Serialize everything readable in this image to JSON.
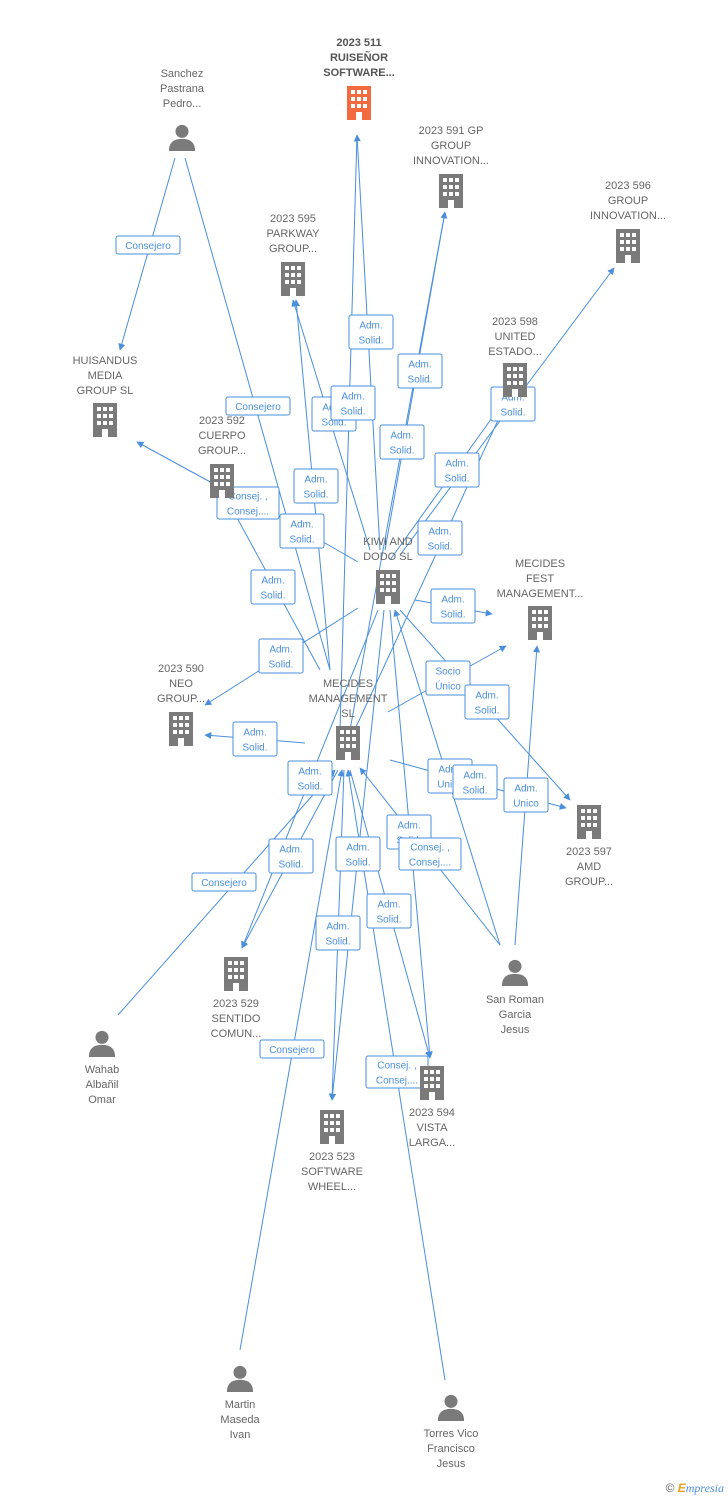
{
  "colors": {
    "edge": "#4a8fdc",
    "node": "#7a7a7a",
    "highlight": "#f26a3d"
  },
  "nodes": [
    {
      "id": "n511",
      "type": "company",
      "highlight": true,
      "label": [
        "2023 511",
        "RUISEÑOR",
        "SOFTWARE..."
      ]
    },
    {
      "id": "sanchez",
      "type": "person",
      "label": [
        "Sanchez",
        "Pastrana",
        "Pedro..."
      ]
    },
    {
      "id": "n591",
      "type": "company",
      "label": [
        "2023 591 GP",
        "GROUP",
        "INNOVATION..."
      ]
    },
    {
      "id": "n596",
      "type": "company",
      "label": [
        "2023 596",
        "GROUP",
        "INNOVATION..."
      ]
    },
    {
      "id": "n595",
      "type": "company",
      "label": [
        "2023 595",
        "PARKWAY",
        "GROUP..."
      ]
    },
    {
      "id": "n598",
      "type": "company",
      "label": [
        "2023 598",
        "UNITED",
        "ESTADO..."
      ]
    },
    {
      "id": "huisandus",
      "type": "company",
      "label": [
        "HUISANDUS",
        "MEDIA",
        "GROUP  SL"
      ]
    },
    {
      "id": "n592",
      "type": "company",
      "label": [
        "2023 592",
        "CUERPO",
        "GROUP..."
      ]
    },
    {
      "id": "kiwi",
      "type": "company",
      "label": [
        "KIWI AND",
        "DODO  SL"
      ]
    },
    {
      "id": "mecfest",
      "type": "company",
      "label": [
        "MECIDES",
        "FEST",
        "MANAGEMENT..."
      ]
    },
    {
      "id": "n590",
      "type": "company",
      "label": [
        "2023 590",
        "NEO",
        "GROUP..."
      ]
    },
    {
      "id": "mecman",
      "type": "company",
      "label": [
        "MECIDES",
        "MANAGEMENT",
        "SL"
      ]
    },
    {
      "id": "n597",
      "type": "company",
      "label": [
        "2023 597",
        "AMD",
        "GROUP..."
      ]
    },
    {
      "id": "n529",
      "type": "company",
      "label": [
        "2023 529",
        "SENTIDO",
        "COMUN..."
      ]
    },
    {
      "id": "sanroman",
      "type": "person",
      "label": [
        "San Roman",
        "Garcia",
        "Jesus"
      ]
    },
    {
      "id": "wahab",
      "type": "person",
      "label": [
        "Wahab",
        "Albañil",
        "Omar"
      ]
    },
    {
      "id": "n594",
      "type": "company",
      "label": [
        "2023 594",
        "VISTA",
        "LARGA..."
      ]
    },
    {
      "id": "n523",
      "type": "company",
      "label": [
        "2023 523",
        "SOFTWARE",
        "WHEEL..."
      ]
    },
    {
      "id": "martin",
      "type": "person",
      "label": [
        "Martin",
        "Maseda",
        "Ivan"
      ]
    },
    {
      "id": "torres",
      "type": "person",
      "label": [
        "Torres Vico",
        "Francisco",
        "Jesus"
      ]
    }
  ],
  "edge_labels": [
    {
      "id": "e1",
      "lines": [
        "Consejero"
      ]
    },
    {
      "id": "e2",
      "lines": [
        "Adm.",
        "Solid."
      ]
    },
    {
      "id": "e3",
      "lines": [
        "Adm.",
        "Solid."
      ]
    },
    {
      "id": "e4",
      "lines": [
        "Consejero"
      ]
    },
    {
      "id": "e5",
      "lines": [
        "Adm.",
        "Solid."
      ]
    },
    {
      "id": "e6",
      "lines": [
        "Adm.",
        "Solid."
      ]
    },
    {
      "id": "e7",
      "lines": [
        "Adm.",
        "Solid."
      ]
    },
    {
      "id": "e8",
      "lines": [
        "Adm.",
        "Solid."
      ]
    },
    {
      "id": "e9",
      "lines": [
        "Adm.",
        "Solid."
      ]
    },
    {
      "id": "e10",
      "lines": [
        "Adm.",
        "Solid."
      ]
    },
    {
      "id": "e11",
      "lines": [
        "Consej. ,",
        "Consej...."
      ]
    },
    {
      "id": "e12",
      "lines": [
        "Adm.",
        "Solid."
      ]
    },
    {
      "id": "e13",
      "lines": [
        "Adm.",
        "Solid."
      ]
    },
    {
      "id": "e14",
      "lines": [
        "Adm.",
        "Solid."
      ]
    },
    {
      "id": "e15",
      "lines": [
        "Adm.",
        "Solid."
      ]
    },
    {
      "id": "e16",
      "lines": [
        "Adm.",
        "Solid."
      ]
    },
    {
      "id": "e17",
      "lines": [
        "Socio",
        "Único"
      ]
    },
    {
      "id": "e18",
      "lines": [
        "Adm.",
        "Solid."
      ]
    },
    {
      "id": "e19",
      "lines": [
        "Adm.",
        "Solid."
      ]
    },
    {
      "id": "e20",
      "lines": [
        "Adm.",
        "Solid."
      ]
    },
    {
      "id": "e21",
      "lines": [
        "Adm.",
        "Unico"
      ]
    },
    {
      "id": "e22",
      "lines": [
        "Adm.",
        "Solid."
      ]
    },
    {
      "id": "e23",
      "lines": [
        "Adm.",
        "Unico"
      ]
    },
    {
      "id": "e24",
      "lines": [
        "Adm.",
        "Solid."
      ]
    },
    {
      "id": "e25",
      "lines": [
        "Consej. ,",
        "Consej...."
      ]
    },
    {
      "id": "e26",
      "lines": [
        "Adm.",
        "Solid."
      ]
    },
    {
      "id": "e27",
      "lines": [
        "Adm.",
        "Solid."
      ]
    },
    {
      "id": "e28",
      "lines": [
        "Consejero"
      ]
    },
    {
      "id": "e29",
      "lines": [
        "Adm.",
        "Solid."
      ]
    },
    {
      "id": "e30",
      "lines": [
        "Adm.",
        "Solid."
      ]
    },
    {
      "id": "e31",
      "lines": [
        "Consejero"
      ]
    },
    {
      "id": "e32",
      "lines": [
        "Consej. ,",
        "Consej...."
      ]
    }
  ],
  "brand": {
    "symbol": "©",
    "initial": "E",
    "rest": "mpresia"
  }
}
